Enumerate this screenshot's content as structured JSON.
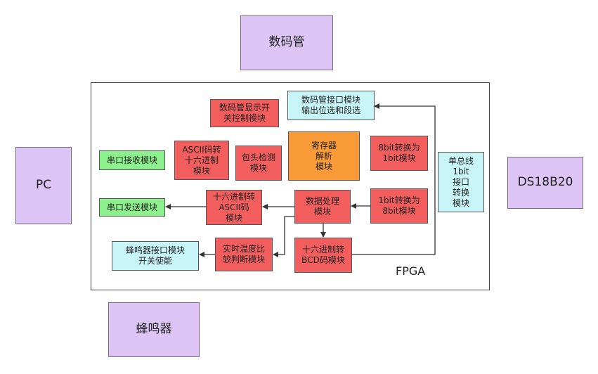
{
  "external": {
    "display": "数码管",
    "pc": "PC",
    "sensor": "DS18B20",
    "buzzer": "蜂鸣器"
  },
  "fpga_label": "FPGA",
  "modules": {
    "seg_interface": "数码管接口模块\n输出位选和段选",
    "seg_control": "数码管显示开\n关控制模块",
    "uart_rx": "串口接收模块",
    "ascii_to_hex": "ASCII码转\n十六进制\n模块",
    "header_detect": "包头检测\n模块",
    "register": "寄存器\n解析\n模块",
    "bit8_to_bit1": "8bit转换为\n1bit模块",
    "onewire": "单总线\n1bit\n接口\n转换\n模块",
    "uart_tx": "串口发送模块",
    "hex_to_ascii": "十六进制转\nASCII码\n模块",
    "data_process": "数据处理\n模块",
    "bit1_to_bit8": "1bit转换为\n8bit模块",
    "buzzer_interface": "蜂鸣器接口模块\n开关使能",
    "temp_compare": "实时温度比\n较判断模块",
    "hex_to_bcd": "十六进制转\nBCD码模块"
  },
  "colors": {
    "external": "#dcc5f5",
    "red_module": "#f25d5d",
    "green_module": "#8cf08c",
    "cyan_module": "#c8f6f8",
    "orange_module": "#f89a38"
  }
}
